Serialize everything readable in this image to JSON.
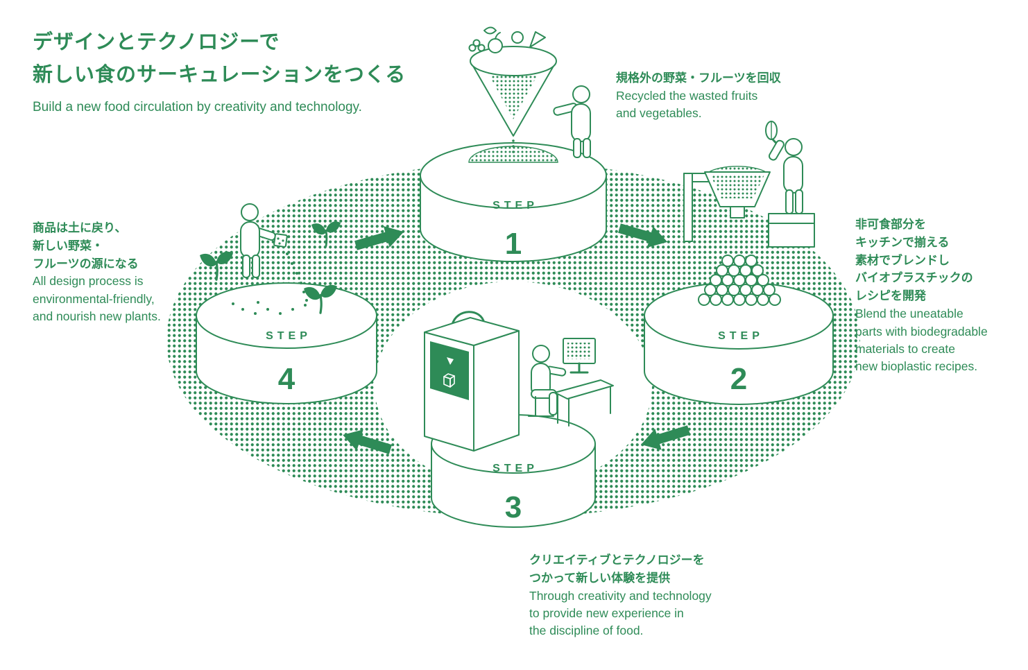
{
  "colors": {
    "accent": "#2e8b57",
    "background": "#ffffff"
  },
  "header": {
    "title_lines": [
      "デザインとテクノロジーで",
      "新しい食のサーキュレーションをつくる"
    ],
    "subtitle": "Build a new food circulation by creativity and technology."
  },
  "steps": [
    {
      "label": "STEP",
      "number": "1",
      "ja": [
        "規格外の野菜・フルーツを回収"
      ],
      "en": [
        "Recycled the wasted fruits",
        "and vegetables."
      ]
    },
    {
      "label": "STEP",
      "number": "2",
      "ja": [
        "非可食部分を",
        "キッチンで揃える",
        "素材でブレンドし",
        "バイオプラスチックの",
        "レシピを開発"
      ],
      "en": [
        "Blend the uneatable",
        "parts with biodegradable",
        "materials to create",
        "new bioplastic recipes."
      ]
    },
    {
      "label": "STEP",
      "number": "3",
      "ja": [
        "クリエイティブとテクノロジーを",
        "つかって新しい体験を提供"
      ],
      "en": [
        "Through creativity and technology",
        "to provide new experience in",
        "the discipline of food."
      ]
    },
    {
      "label": "STEP",
      "number": "4",
      "ja": [
        "商品は土に戻り、",
        "新しい野菜・",
        "フルーツの源になる"
      ],
      "en": [
        "All design process is",
        "environmental-friendly,",
        "and nourish new plants."
      ]
    }
  ]
}
